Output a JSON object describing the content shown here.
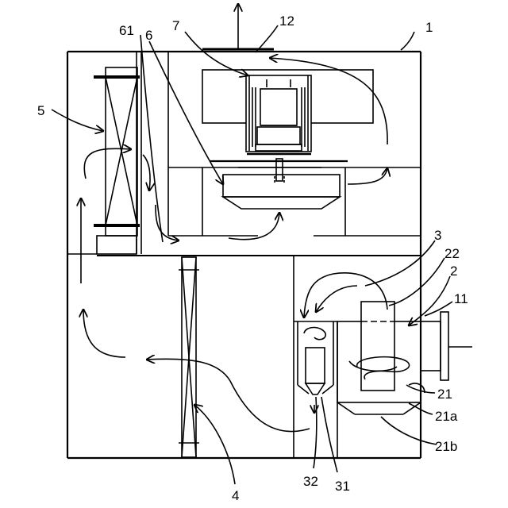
{
  "labels": {
    "l1": "1",
    "l12": "12",
    "l7": "7",
    "l61": "61",
    "l6": "6",
    "l5": "5",
    "l3": "3",
    "l22": "22",
    "l2": "2",
    "l11": "11",
    "l21": "21",
    "l21a": "21a",
    "l21b": "21b",
    "l32": "32",
    "l31": "31",
    "l4": "4"
  }
}
